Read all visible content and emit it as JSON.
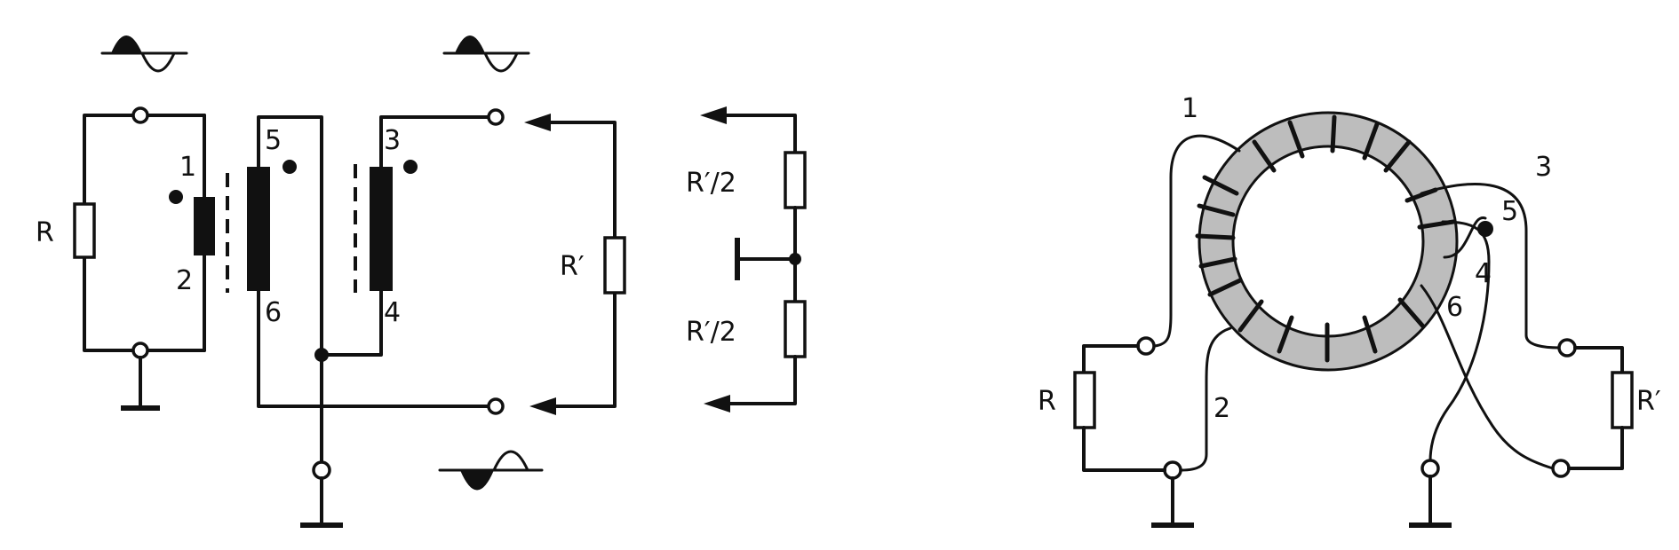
{
  "labels": {
    "r": "R",
    "r_prime_left": "R′",
    "r_half_top": "R′/2",
    "r_half_bottom": "R′/2",
    "r_right": "R",
    "r_prime_right": "R′",
    "pin1": "1",
    "pin2": "2",
    "pin3": "3",
    "pin4": "4",
    "pin5": "5",
    "pin6": "6",
    "t1": "1",
    "t2": "2",
    "t3": "3",
    "t4": "4",
    "t5": "5",
    "t6": "6"
  }
}
